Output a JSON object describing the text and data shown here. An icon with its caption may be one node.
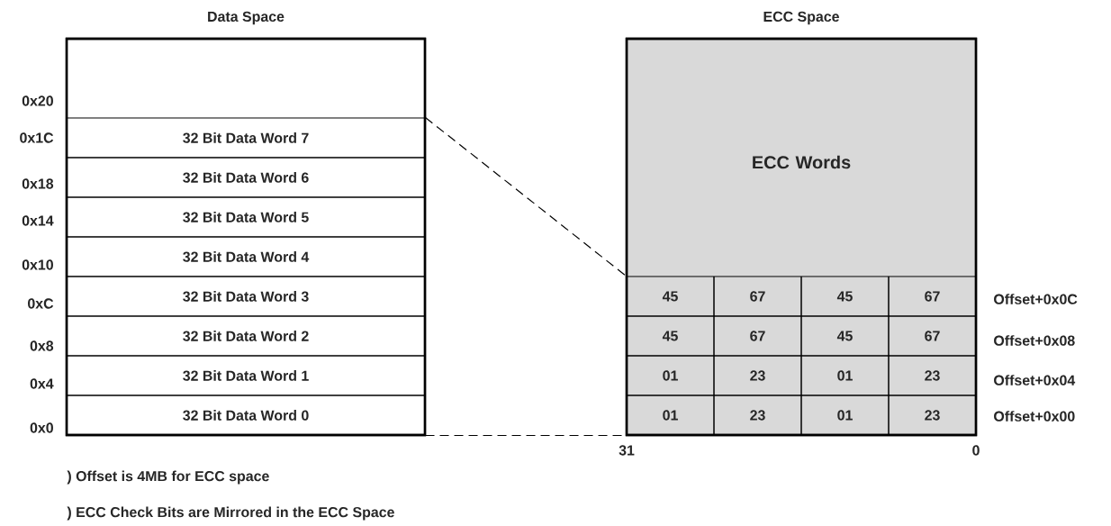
{
  "diagram": {
    "nodes": [
      {
        "text": [
          "Data Space"
        ]
      },
      {
        "text": [
          "32 Bit Data Word 7"
        ],
        "in": 0
      },
      {
        "text": [
          "32 Bit Data Word 6"
        ],
        "in": 0
      },
      {
        "text": [
          "32 Bit Data Word 5"
        ],
        "in": 0
      },
      {
        "text": [
          "32 Bit Data Word 4"
        ],
        "in": 0
      },
      {
        "text": [
          "32 Bit Data Word 3"
        ],
        "in": 0
      },
      {
        "text": [
          "32 Bit Data Word 2"
        ],
        "in": 0
      },
      {
        "text": [
          "32 Bit Data Word 1"
        ],
        "in": 0
      },
      {
        "text": [
          "32 Bit Data Word 0"
        ],
        "in": 0
      },
      {
        "text": [
          "ECC Space",
          "ECC Words"
        ]
      },
      {
        "text": [
          "45"
        ],
        "in": 9
      },
      {
        "text": [
          "67"
        ],
        "in": 9
      },
      {
        "text": [
          "45"
        ],
        "in": 9
      },
      {
        "text": [
          "67"
        ],
        "in": 9
      },
      {
        "text": [
          "45"
        ],
        "in": 9
      },
      {
        "text": [
          "67"
        ],
        "in": 9
      },
      {
        "text": [
          "45"
        ],
        "in": 9
      },
      {
        "text": [
          "67"
        ],
        "in": 9
      },
      {
        "text": [
          "01"
        ],
        "in": 9
      },
      {
        "text": [
          "23"
        ],
        "in": 9
      },
      {
        "text": [
          "01"
        ],
        "in": 9
      },
      {
        "text": [
          "23"
        ],
        "in": 9
      },
      {
        "text": [
          "01"
        ],
        "in": 9
      },
      {
        "text": [
          "23"
        ],
        "in": 9
      },
      {
        "text": [
          "01"
        ],
        "in": 9
      },
      {
        "text": [
          "23"
        ],
        "in": 9
      }
    ],
    "edges": [
      {
        "from": 1,
        "to": 10,
        "arrow": "none",
        "style": "dashed"
      },
      {
        "from": 8,
        "to": 22,
        "arrow": "none",
        "style": "dashed"
      }
    ],
    "labels": [
      "0x20",
      "0x1C",
      "0x18",
      "0x14",
      "0x10",
      "0xC",
      "0x8",
      "0x4",
      "0x0",
      "Offset+0x0C",
      "Offset+0x08",
      "Offset+0x04",
      "Offset+0x00",
      "31",
      "0",
      ") Offset is 4MB for ECC space",
      ") ECC Check Bits are Mirrored in the ECC Space"
    ]
  }
}
